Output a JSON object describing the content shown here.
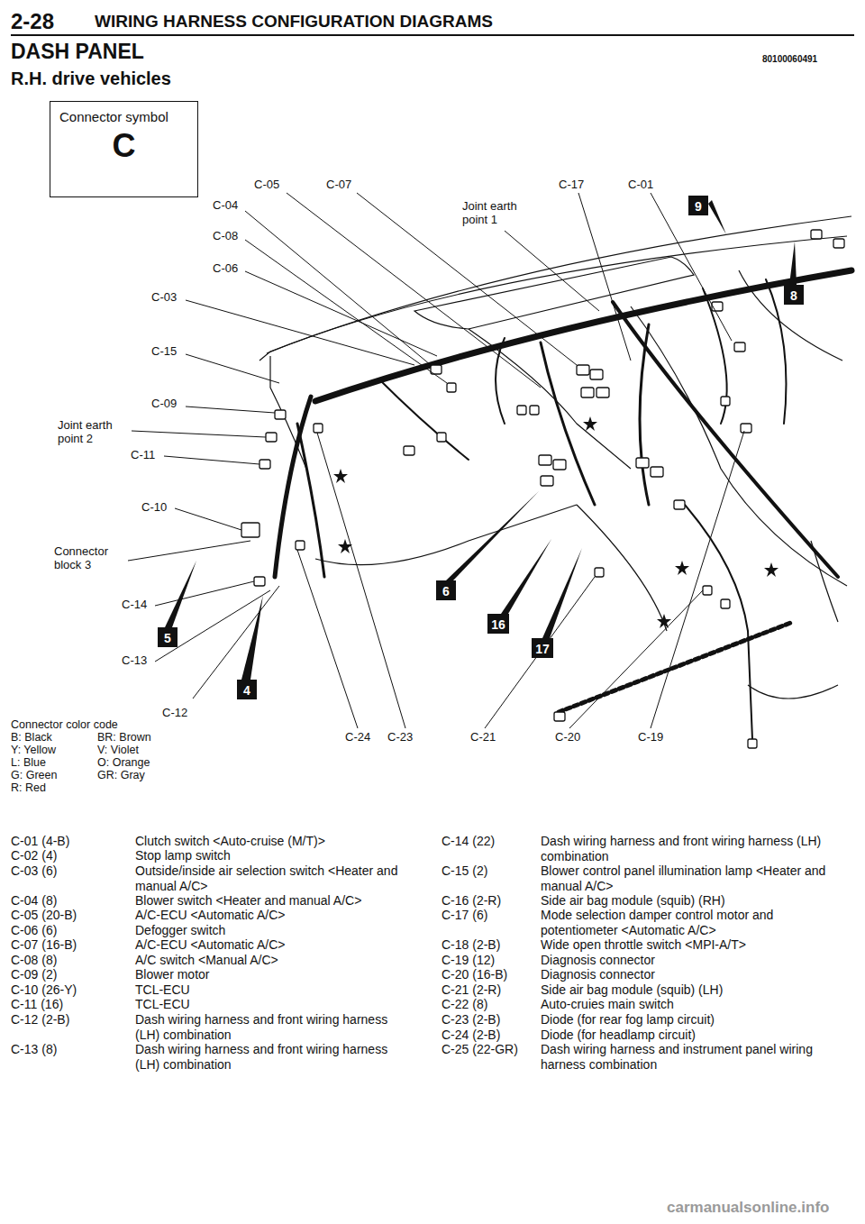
{
  "diagram": {
    "title": "DASH PANEL",
    "nodes": [
      {
        "text": [
          "Connector symbol",
          "C"
        ]
      },
      {
        "text": [
          "9"
        ]
      },
      {
        "text": [
          "8"
        ]
      },
      {
        "text": [
          "6"
        ]
      },
      {
        "text": [
          "16"
        ]
      },
      {
        "text": [
          "17"
        ]
      },
      {
        "text": [
          "5"
        ]
      },
      {
        "text": [
          "4"
        ]
      }
    ],
    "labels": [
      "2-28",
      "WIRING HARNESS CONFIGURATION DIAGRAMS",
      "80100060491",
      "R.H. drive vehicles",
      "C-05",
      "C-07",
      "C-17",
      "C-01",
      "C-04",
      "Joint earth point 1",
      "C-08",
      "C-06",
      "C-03",
      "C-15",
      "C-09",
      "Joint earth point 2",
      "C-11",
      "C-10",
      "Connector block 3",
      "C-14",
      "C-13",
      "C-12",
      "Connector color code",
      "B: Black",
      "BR: Brown",
      "Y: Yellow",
      "V: Violet",
      "L: Blue",
      "O: Orange",
      "G: Green",
      "GR: Gray",
      "R: Red",
      "C-24",
      "C-23",
      "C-21",
      "C-20",
      "C-19",
      "C-01 (4-B)",
      "Clutch switch <Auto-cruise (M/T)>",
      "C-02 (4)",
      "Stop lamp switch",
      "C-03 (6)",
      "Outside/inside air selection switch <Heater and manual A/C>",
      "C-04 (8)",
      "Blower switch <Heater and manual A/C>",
      "C-05 (20-B)",
      "A/C-ECU <Automatic A/C>",
      "C-06 (6)",
      "Defogger switch",
      "C-07 (16-B)",
      "A/C-ECU <Automatic A/C>",
      "C-08 (8)",
      "A/C switch <Manual A/C>",
      "C-09 (2)",
      "Blower motor",
      "C-10 (26-Y)",
      "TCL-ECU",
      "C-11 (16)",
      "TCL-ECU",
      "C-12 (2-B)",
      "Dash wiring harness and front wiring harness (LH) combination",
      "C-13 (8)",
      "Dash wiring harness and front wiring harness (LH) combination",
      "C-14 (22)",
      "Dash wiring harness and front wiring harness (LH) combination",
      "C-15 (2)",
      "Blower control panel illumination lamp <Heater and manual A/C>",
      "C-16 (2-R)",
      "Side air bag module (squib) (RH)",
      "C-17 (6)",
      "Mode selection damper control motor and potentiometer <Automatic A/C>",
      "C-18 (2-B)",
      "Wide open throttle switch <MPI-A/T>",
      "C-19 (12)",
      "Diagnosis connector",
      "C-20 (16-B)",
      "Diagnosis connector",
      "C-21 (2-R)",
      "Side air bag module (squib) (LH)",
      "C-22 (8)",
      "Auto-cruies main switch",
      "C-23 (2-B)",
      "Diode (for rear fog lamp circuit)",
      "C-24 (2-B)",
      "Diode (for headlamp circuit)",
      "C-25 (22-GR)",
      "Dash wiring harness and instrument panel wiring harness combination",
      "carmanualsonline.info"
    ]
  }
}
